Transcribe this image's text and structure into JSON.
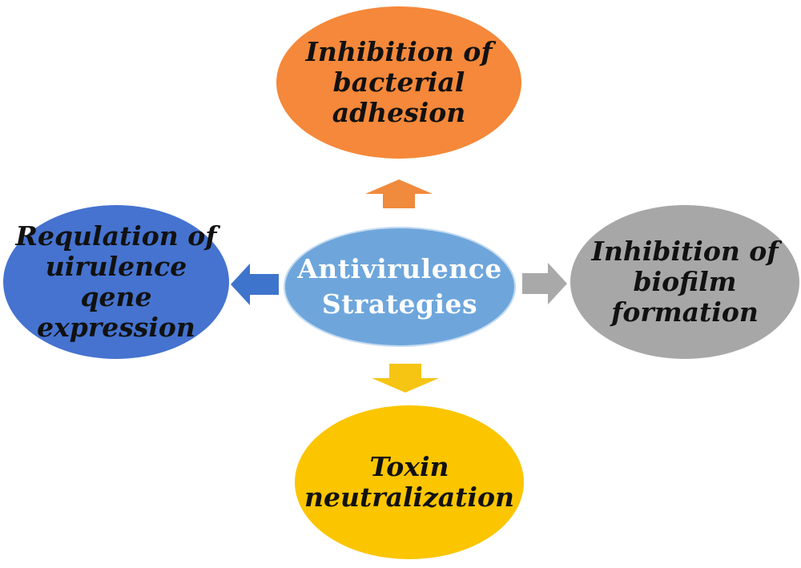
{
  "center": {
    "lines": [
      "Antivirulence",
      "Strategies"
    ],
    "color": "#6ea6dc"
  },
  "nodes": {
    "top": {
      "lines": [
        "Inhibition of",
        "bacterial",
        "adhesion"
      ],
      "color": "#f5883a"
    },
    "left": {
      "lines": [
        "Requlation of",
        "uirulence",
        "qene",
        "expression"
      ],
      "color": "#4573cf"
    },
    "right": {
      "lines": [
        "Inhibition of",
        "biofilm",
        "formation"
      ],
      "color": "#a7a7a7"
    },
    "bottom": {
      "lines": [
        "Toxin",
        "neutralization"
      ],
      "color": "#fbc500"
    }
  },
  "arrows": {
    "up": {
      "color": "#f08a3c"
    },
    "left": {
      "color": "#3f74cc"
    },
    "right": {
      "color": "#a9a9a9"
    },
    "down": {
      "color": "#f6c513"
    }
  }
}
